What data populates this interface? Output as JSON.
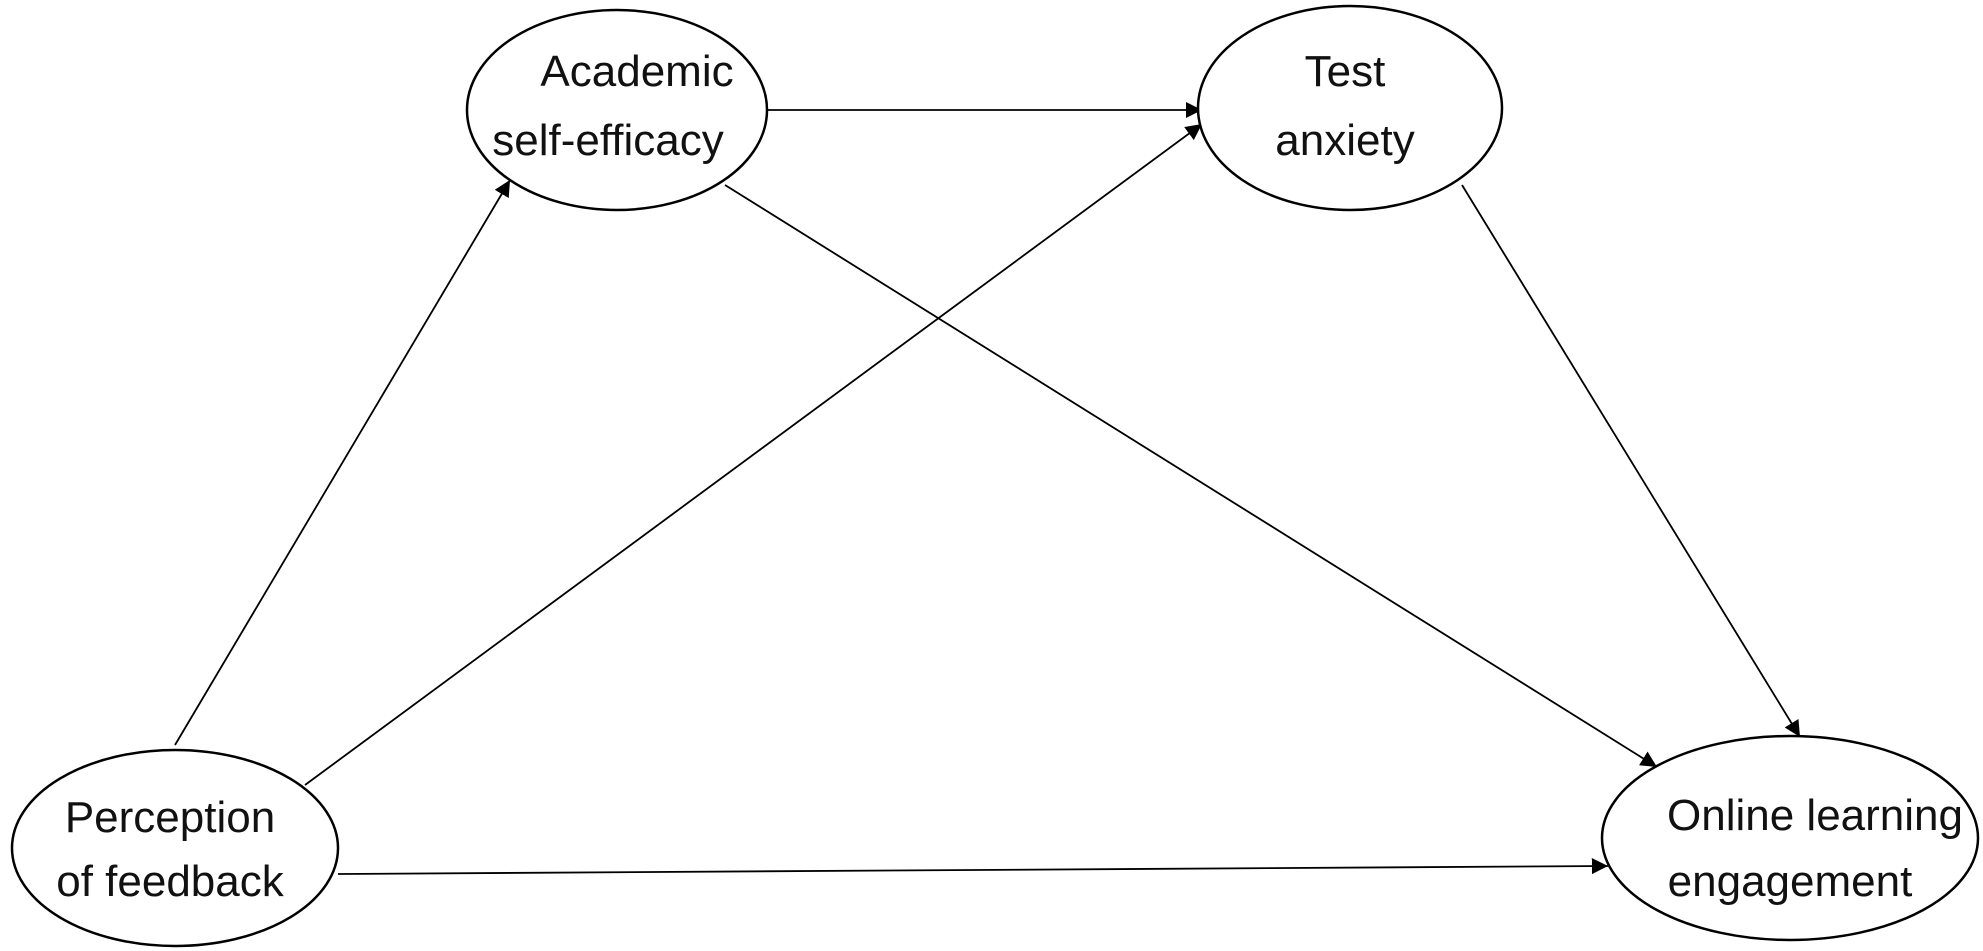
{
  "diagram": {
    "nodes": [
      {
        "id": "perception",
        "lines": [
          "Perception",
          "of feedback"
        ]
      },
      {
        "id": "efficacy",
        "lines": [
          "Academic",
          "self-efficacy"
        ]
      },
      {
        "id": "anxiety",
        "lines": [
          "Test",
          "anxiety"
        ]
      },
      {
        "id": "engagement",
        "lines": [
          "Online learning",
          "engagement"
        ]
      }
    ],
    "edges": [
      {
        "from": "perception",
        "to": "efficacy"
      },
      {
        "from": "perception",
        "to": "anxiety"
      },
      {
        "from": "perception",
        "to": "engagement"
      },
      {
        "from": "efficacy",
        "to": "anxiety"
      },
      {
        "from": "efficacy",
        "to": "engagement"
      },
      {
        "from": "anxiety",
        "to": "engagement"
      }
    ]
  }
}
